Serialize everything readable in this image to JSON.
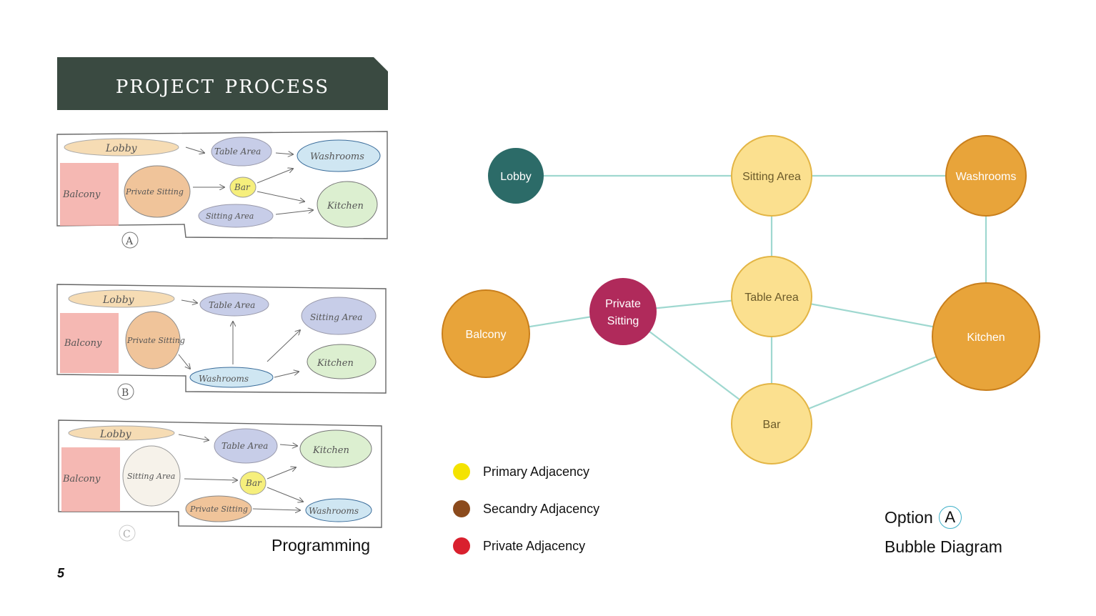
{
  "slide": {
    "title": "Project Process",
    "page_number": "5",
    "programming_caption": "Programming",
    "option_label": "Option",
    "option_letter": "A",
    "subtitle": "Bubble Diagram"
  },
  "colors": {
    "banner": "#3a4a41",
    "edge": "#9fd8d0",
    "lobby": "#2c6b68",
    "primary": "#fbe08f",
    "secondary": "#e8a43a",
    "private": "#b02a5b"
  },
  "sketches": [
    {
      "label": "A",
      "rooms": [
        "Lobby",
        "Table Area",
        "Washrooms",
        "Balcony",
        "Private Sitting",
        "Bar",
        "Kitchen",
        "Sitting Area"
      ]
    },
    {
      "label": "B",
      "rooms": [
        "Lobby",
        "Table Area",
        "Sitting Area",
        "Balcony",
        "Private Sitting",
        "Kitchen",
        "Washrooms"
      ]
    },
    {
      "label": "C",
      "rooms": [
        "Lobby",
        "Table Area",
        "Kitchen",
        "Balcony",
        "Sitting Area",
        "Bar",
        "Private Sitting",
        "Washrooms"
      ]
    }
  ],
  "bubble_diagram": {
    "nodes": [
      {
        "id": "lobby",
        "label": "Lobby",
        "color": "#2c6b68"
      },
      {
        "id": "sitting",
        "label": "Sitting Area",
        "color": "#fbe08f"
      },
      {
        "id": "washrooms",
        "label": "Washrooms",
        "color": "#e8a43a"
      },
      {
        "id": "private",
        "label": "Private Sitting",
        "color": "#b02a5b"
      },
      {
        "id": "table",
        "label": "Table Area",
        "color": "#fbe08f"
      },
      {
        "id": "balcony",
        "label": "Balcony",
        "color": "#e8a43a"
      },
      {
        "id": "kitchen",
        "label": "Kitchen",
        "color": "#e8a43a"
      },
      {
        "id": "bar",
        "label": "Bar",
        "color": "#fbe08f"
      }
    ],
    "edges": [
      [
        "lobby",
        "sitting"
      ],
      [
        "sitting",
        "washrooms"
      ],
      [
        "sitting",
        "table"
      ],
      [
        "washrooms",
        "kitchen"
      ],
      [
        "balcony",
        "private"
      ],
      [
        "private",
        "table"
      ],
      [
        "private",
        "bar"
      ],
      [
        "table",
        "kitchen"
      ],
      [
        "table",
        "bar"
      ],
      [
        "bar",
        "kitchen"
      ]
    ]
  },
  "legend": [
    {
      "label": "Primary Adjacency",
      "color": "#f4e300"
    },
    {
      "label": "Secandry Adjacency",
      "color": "#8b4a1c"
    },
    {
      "label": "Private Adjacency",
      "color": "#d9202e"
    }
  ]
}
